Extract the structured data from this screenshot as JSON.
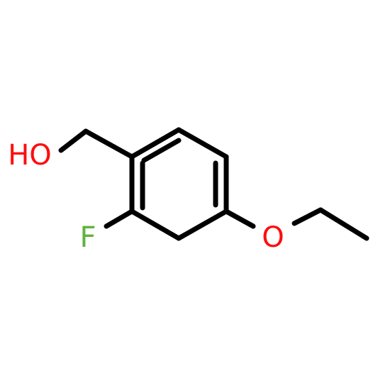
{
  "molecule": {
    "atoms": {
      "hydroxyl": {
        "label": "HO",
        "color": "#ff0d0d"
      },
      "fluorine": {
        "label": "F",
        "color": "#5eb33f"
      },
      "ether_oxygen": {
        "label": "O",
        "color": "#ff0d0d"
      }
    },
    "bond_color": "#000000"
  }
}
